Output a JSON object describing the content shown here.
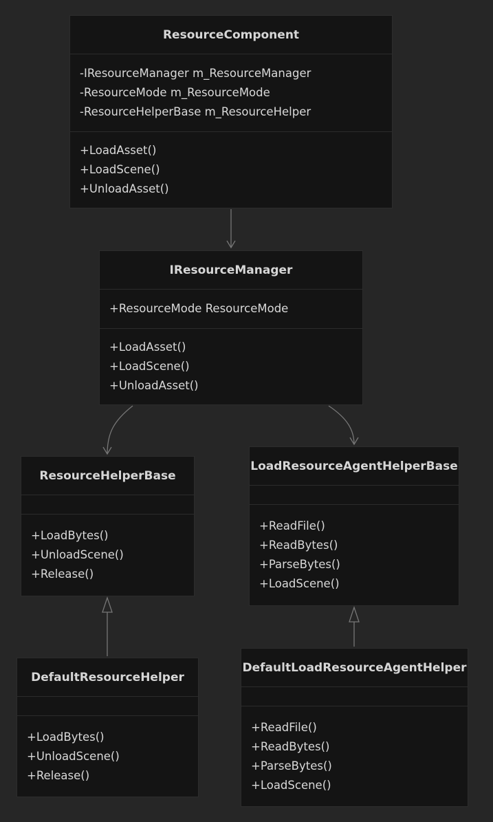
{
  "classes": {
    "resource_component": {
      "name": "ResourceComponent",
      "attributes": [
        "-IResourceManager m_ResourceManager",
        "-ResourceMode m_ResourceMode",
        "-ResourceHelperBase m_ResourceHelper"
      ],
      "methods": [
        "+LoadAsset()",
        "+LoadScene()",
        "+UnloadAsset()"
      ]
    },
    "iresource_manager": {
      "name": "IResourceManager",
      "attributes": [
        "+ResourceMode ResourceMode"
      ],
      "methods": [
        "+LoadAsset()",
        "+LoadScene()",
        "+UnloadAsset()"
      ]
    },
    "resource_helper_base": {
      "name": "ResourceHelperBase",
      "attributes": [],
      "methods": [
        "+LoadBytes()",
        "+UnloadScene()",
        "+Release()"
      ]
    },
    "load_resource_agent_helper_base": {
      "name": "LoadResourceAgentHelperBase",
      "attributes": [],
      "methods": [
        "+ReadFile()",
        "+ReadBytes()",
        "+ParseBytes()",
        "+LoadScene()"
      ]
    },
    "default_resource_helper": {
      "name": "DefaultResourceHelper",
      "attributes": [],
      "methods": [
        "+LoadBytes()",
        "+UnloadScene()",
        "+Release()"
      ]
    },
    "default_load_resource_agent_helper": {
      "name": "DefaultLoadResourceAgentHelper",
      "attributes": [],
      "methods": [
        "+ReadFile()",
        "+ReadBytes()",
        "+ParseBytes()",
        "+LoadScene()"
      ]
    }
  },
  "colors": {
    "background": "#262626",
    "box_fill": "#141414",
    "box_border": "#2c2c2c",
    "text": "#d9d9d9",
    "edge": "#777777"
  }
}
